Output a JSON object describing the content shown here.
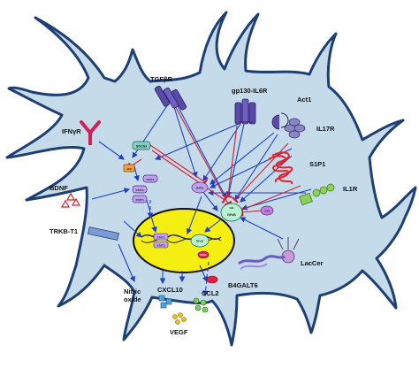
{
  "labels": {
    "tgfbr": "TGFβR",
    "gp130": "gp130-IL6R",
    "act1": "Act1",
    "il17r": "IL17R",
    "ifngr": "IFNγR",
    "s1p1": "S1P1",
    "il1r": "IL1R",
    "bdnf": "BDNF",
    "trkb": "TRKB-T1",
    "laccer": "LacCer",
    "b4galt6": "B4GALT6",
    "nitric_oxide": "Nitric oxide",
    "cxcl10": "CXCL10",
    "ccl2": "CCL2",
    "vegf": "VEGF"
  },
  "nodes": {
    "socs3": "SOCS3",
    "jak": "JAK",
    "stat1": "STAT1",
    "stat3a": "STAT3",
    "stat3b": "STAT3",
    "mapk": "MAPK",
    "nfkb": "NFκB",
    "ikb": "IκB",
    "a20": "A20",
    "nucleus_stat1": "STAT1",
    "nucleus_stat3": "STAT3",
    "nucleus_nfkb": "NFκB",
    "nucleus_small": "VEGF"
  },
  "colors": {
    "cell_fill": "#c6dbea",
    "cell_stroke": "#1e3f73",
    "nucleus_fill": "#f4ee12",
    "activation": "#1f3fc0",
    "inhibition": "#d2202e",
    "receptor_purple": "#5a4aa8",
    "il1r_green": "#8fd05a",
    "ifngr_red": "#d41e55"
  }
}
